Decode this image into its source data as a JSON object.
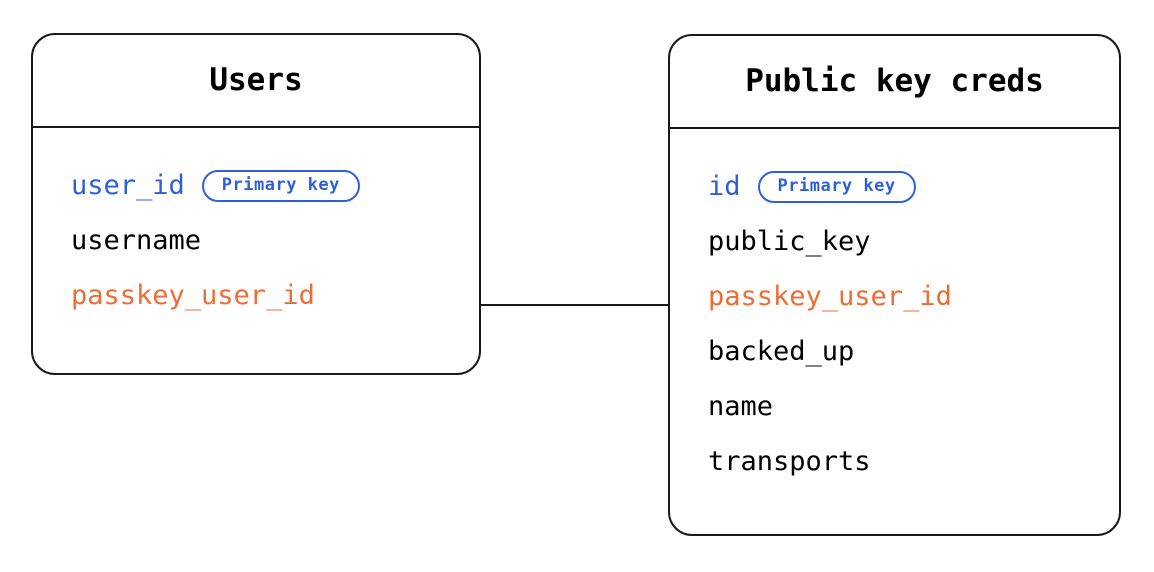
{
  "diagram": {
    "type": "entity-relationship-diagram",
    "background_color": "#ffffff",
    "stroke_color": "#1a1a1a",
    "colors": {
      "primary_key": "#2f5fd8",
      "foreign_key": "#ed6e35",
      "default_field": "#000000",
      "badge_border": "#2f5fd8",
      "badge_text": "#2f5fd8"
    },
    "entities": [
      {
        "id": "users",
        "title": "Users",
        "fields": [
          {
            "name": "user_id",
            "role": "pk",
            "badge": "Primary key"
          },
          {
            "name": "username",
            "role": "plain",
            "badge": null
          },
          {
            "name": "passkey_user_id",
            "role": "fk",
            "badge": null
          }
        ]
      },
      {
        "id": "public_key_creds",
        "title": "Public key creds",
        "fields": [
          {
            "name": "id",
            "role": "pk",
            "badge": "Primary key"
          },
          {
            "name": "public_key",
            "role": "plain",
            "badge": null
          },
          {
            "name": "passkey_user_id",
            "role": "fk",
            "badge": null
          },
          {
            "name": "backed_up",
            "role": "plain",
            "badge": null
          },
          {
            "name": "name",
            "role": "plain",
            "badge": null
          },
          {
            "name": "transports",
            "role": "plain",
            "badge": null
          }
        ]
      }
    ],
    "relationships": [
      {
        "id": "users-to-public-key-creds",
        "from_entity": "users",
        "from_field": "passkey_user_id",
        "to_entity": "public_key_creds",
        "to_field": "passkey_user_id",
        "style": "straight-line"
      }
    ]
  }
}
